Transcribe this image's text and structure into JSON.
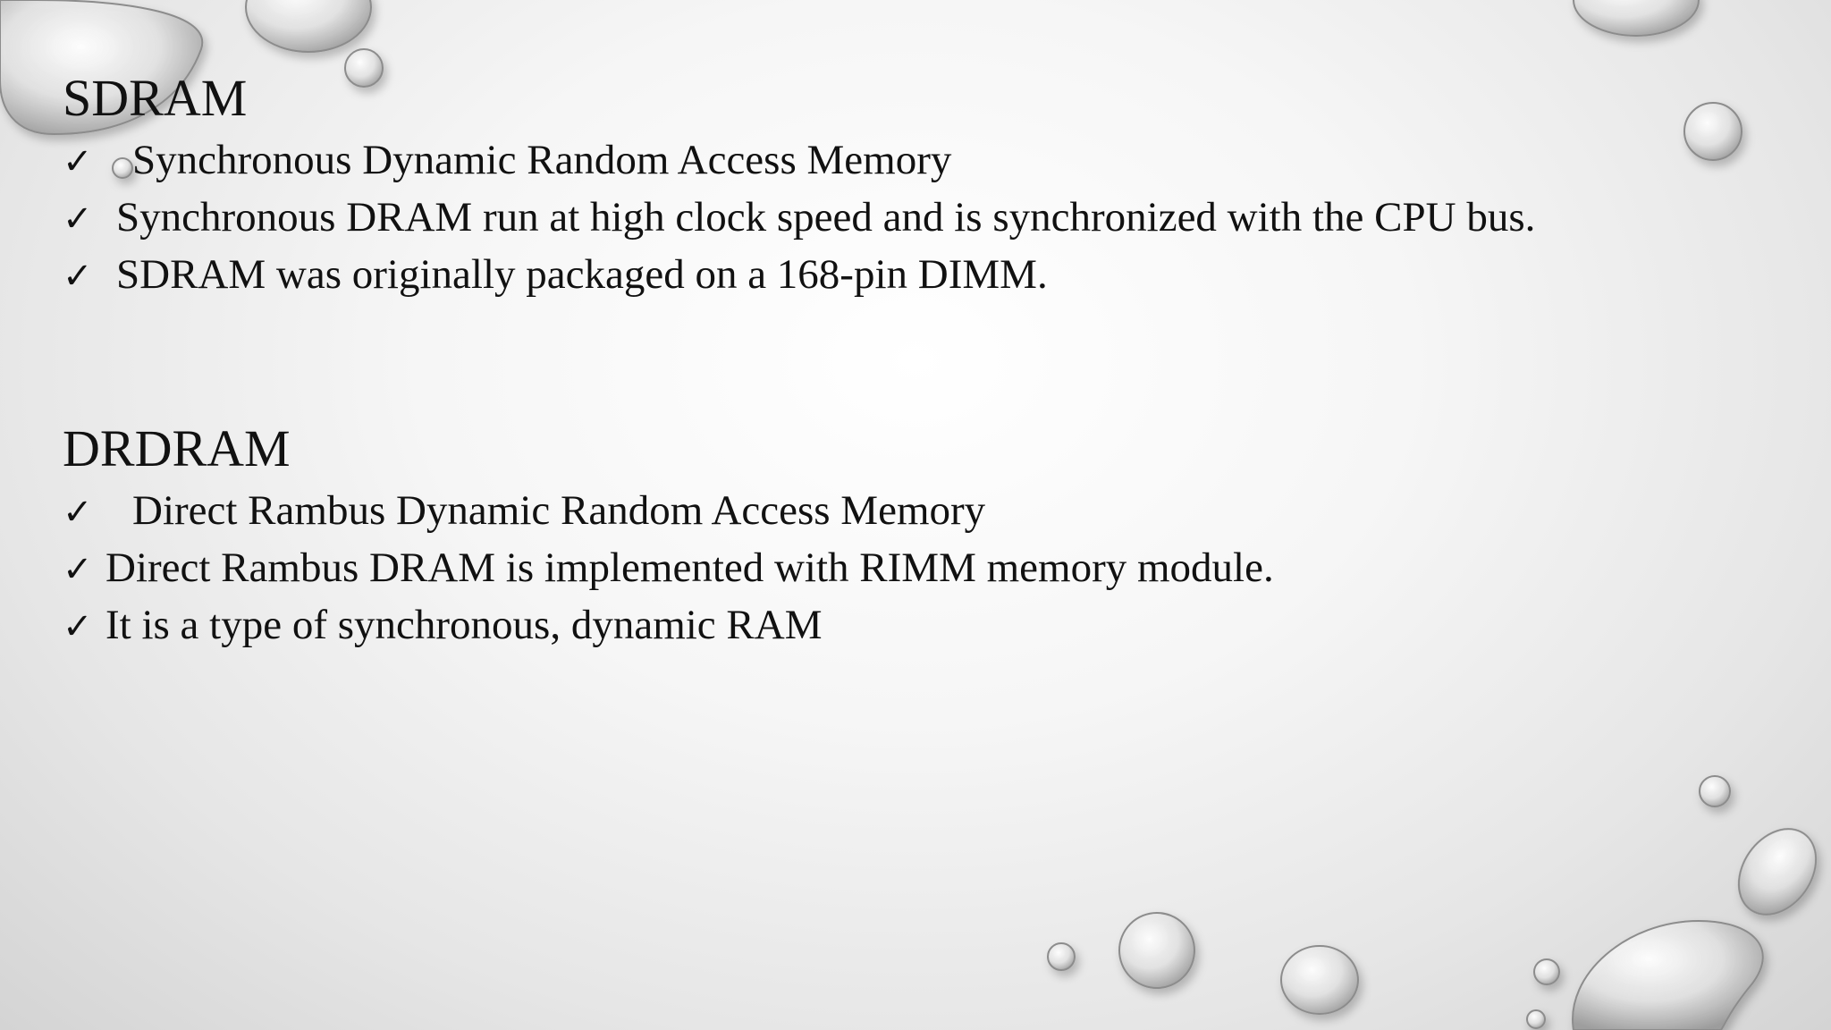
{
  "sections": [
    {
      "title": "SDRAM",
      "items": [
        "Synchronous Dynamic Random Access Memory",
        "Synchronous DRAM run at high clock speed and is synchronized with the CPU bus.",
        "SDRAM was originally packaged on a 168-pin DIMM."
      ]
    },
    {
      "title": "DRDRAM",
      "items": [
        "Direct Rambus Dynamic Random Access Memory",
        "Direct Rambus DRAM is implemented with RIMM memory module.",
        "It is a type of synchronous, dynamic RAM"
      ]
    }
  ],
  "check_glyph": "✓",
  "icons": {
    "bullet": "check-icon",
    "decoration": "water-drop-icon"
  },
  "colors": {
    "text": "#111111",
    "background_center": "#ffffff",
    "background_edge": "#d4d4d4"
  }
}
